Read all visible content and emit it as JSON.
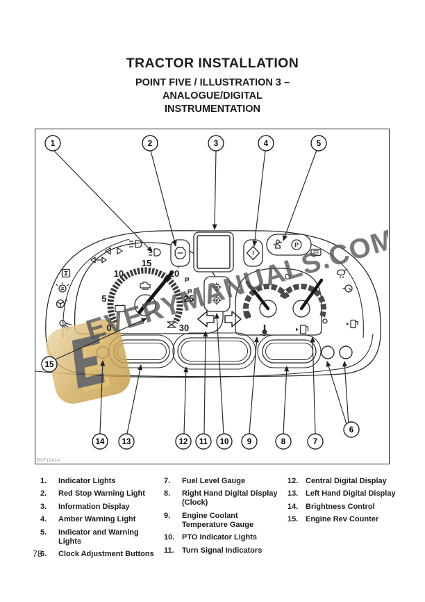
{
  "page": {
    "title": "TRACTOR INSTALLATION",
    "subtitle": [
      "POINT FIVE / ILLUSTRATION 3 –",
      "ANALOGUE/DIGITAL",
      "INSTRUMENTATION"
    ],
    "page_number": "78"
  },
  "figure": {
    "code": "BVF1241A",
    "watermark": {
      "text": "EVERYMANUALS.COM",
      "logo_letter": "E"
    },
    "callouts": [
      "1",
      "2",
      "3",
      "4",
      "5",
      "6",
      "7",
      "8",
      "9",
      "10",
      "11",
      "12",
      "13",
      "14",
      "15"
    ],
    "tachometer": {
      "scale_labels": [
        "0",
        "5",
        "10",
        "15",
        "20",
        "25",
        "30"
      ]
    }
  },
  "legend": {
    "columns": [
      {
        "items": [
          {
            "num": "1.",
            "label": "Indicator Lights"
          },
          {
            "num": "2.",
            "label": "Red Stop Warning Light"
          },
          {
            "num": "3.",
            "label": "Information Display"
          },
          {
            "num": "4.",
            "label": "Amber Warning Light"
          },
          {
            "num": "5.",
            "label": "Indicator and Warning\nLights"
          },
          {
            "num": "6.",
            "label": "Clock Adjustment Buttons"
          }
        ]
      },
      {
        "items": [
          {
            "num": "7.",
            "label": "Fuel Level Gauge"
          },
          {
            "num": "8.",
            "label": "Right Hand Digital Display\n(Clock)"
          },
          {
            "num": "9.",
            "label": "Engine Coolant\nTemperature Gauge"
          },
          {
            "num": "10.",
            "label": "PTO Indicator Lights"
          },
          {
            "num": "11.",
            "label": "Turn Signal Indicators"
          }
        ]
      },
      {
        "items": [
          {
            "num": "12.",
            "label": "Central Digital Display"
          },
          {
            "num": "13.",
            "label": "Left Hand Digital Display"
          },
          {
            "num": "14.",
            "label": "Brightness Control"
          },
          {
            "num": "15.",
            "label": "Engine Rev Counter"
          }
        ]
      }
    ]
  },
  "colors": {
    "ink": "#2b2b2b",
    "watermark_gray": "#575757",
    "logo_gold_light": "#ecd9a8",
    "logo_gold_dark": "#c59a45"
  }
}
